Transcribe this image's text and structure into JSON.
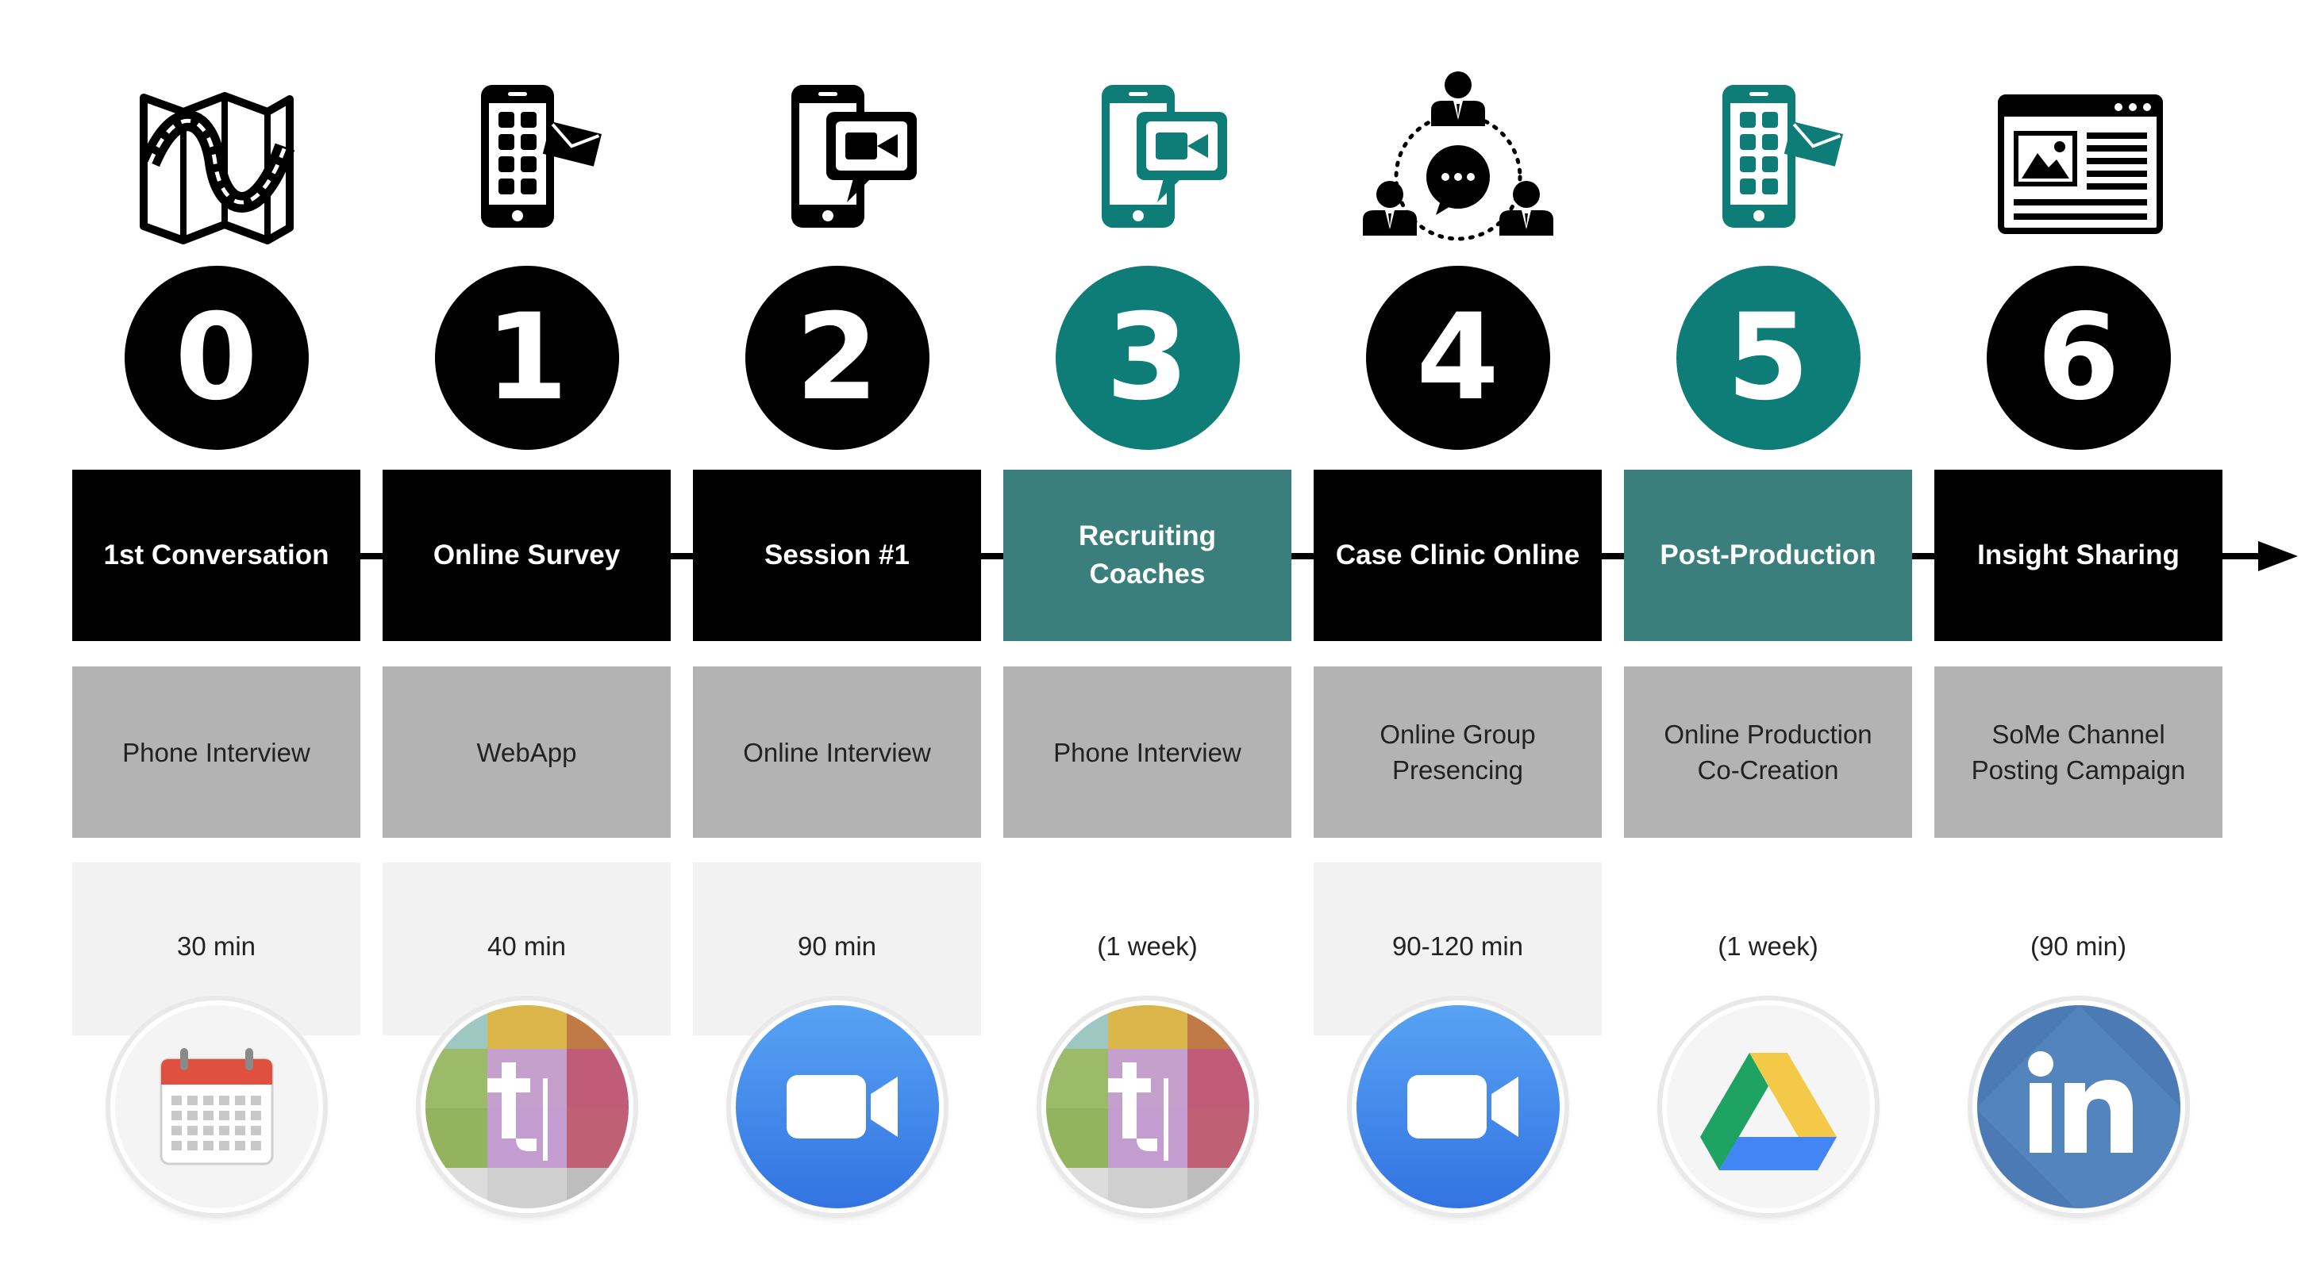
{
  "colors": {
    "primary": "#000000",
    "accent": "#3a7f7c",
    "accent_circle": "#0e7d77",
    "method_bg": "#b3b3b3",
    "duration_bg": "#f2f2f2"
  },
  "steps": [
    {
      "number": "0",
      "title": "1st Conversation",
      "method": "Phone Interview",
      "duration": "30 min",
      "highlight": false,
      "duration_bg": true,
      "icon": "map-icon",
      "tool": "calendar-app-icon"
    },
    {
      "number": "1",
      "title": "Online Survey",
      "method": "WebApp",
      "duration": "40 min",
      "highlight": false,
      "duration_bg": true,
      "icon": "phone-apps-message-icon",
      "tool": "typeform-app-icon"
    },
    {
      "number": "2",
      "title": "Session #1",
      "method": "Online Interview",
      "duration": "90 min",
      "highlight": false,
      "duration_bg": true,
      "icon": "phone-video-call-icon",
      "tool": "zoom-app-icon"
    },
    {
      "number": "3",
      "title": "Recruiting\nCoaches",
      "method": "Phone Interview",
      "duration": "(1 week)",
      "highlight": true,
      "duration_bg": false,
      "icon": "phone-video-call-icon",
      "tool": "typeform-app-icon"
    },
    {
      "number": "4",
      "title": "Case Clinic Online",
      "method": "Online Group\nPresencing",
      "duration": "90-120 min",
      "highlight": false,
      "duration_bg": true,
      "icon": "group-network-icon",
      "tool": "zoom-app-icon"
    },
    {
      "number": "5",
      "title": "Post-Production",
      "method": "Online Production\nCo-Creation",
      "duration": "(1 week)",
      "highlight": true,
      "duration_bg": false,
      "icon": "phone-apps-message-icon",
      "tool": "google-drive-app-icon"
    },
    {
      "number": "6",
      "title": "Insight Sharing",
      "method": "SoMe Channel\nPosting Campaign",
      "duration": "(90 min)",
      "highlight": false,
      "duration_bg": false,
      "icon": "browser-window-icon",
      "tool": "linkedin-app-icon"
    }
  ]
}
